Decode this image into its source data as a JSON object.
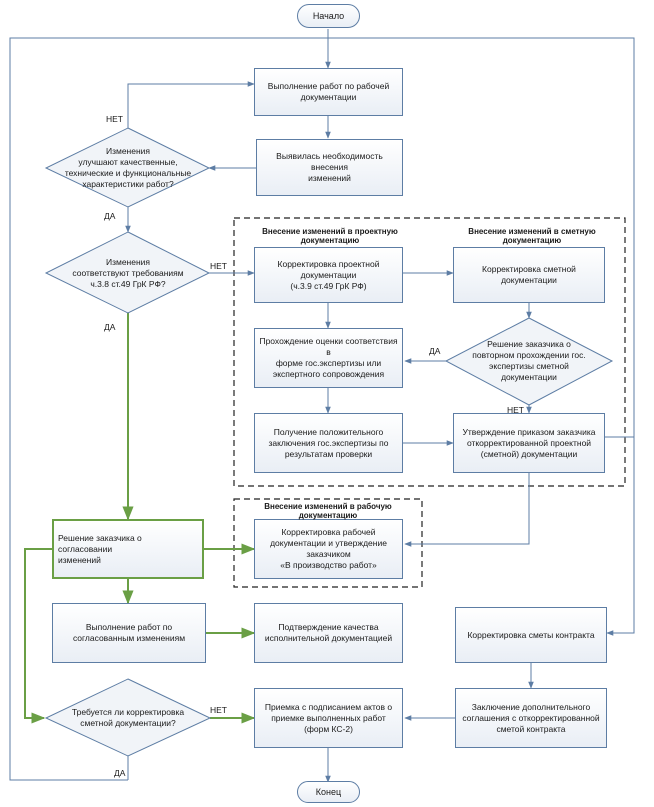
{
  "start": "Начало",
  "end": "Конец",
  "boxes": {
    "work_by_docs": "Выполнение работ по рабочей\nдокументации",
    "need_changes": "Выявилась необходимость внесения\nизменений",
    "correct_project": "Корректировка проектной\nдокументации\n(ч.3.9 ст.49 ГрК РФ)",
    "correct_estimate": "Корректировка сметной\nдокументации",
    "expertise_check": "Прохождение оценки соответствия в\nформе гос.экспертизы или\nэкспертного сопровождения",
    "positive_conclusion": "Получение положительного\nзаключения гос.экспертизы по\nрезультатам проверки",
    "approval_order": "Утверждение приказом заказчика\nоткорректированной проектной\n(сметной) документации",
    "customer_decision": "Решение заказчика о согласовании\nизменений",
    "correct_working_docs": "Корректировка рабочей\nдокументации и утверждение\nзаказчиком\n«В производство работ»",
    "work_agreed": "Выполнение работ по\nсогласованным изменениям",
    "quality_confirm": "Подтверждение качества\nисполнительной документацией",
    "correct_contract_estimate": "Корректировка сметы контракта",
    "acceptance": "Приемка с подписанием актов о\nприемке выполненных работ\n(форм КС-2)",
    "additional_agreement": "Заключение дополнительного\nсоглашения с откорректированной\nсметой контракта"
  },
  "decisions": {
    "improve_characteristics": "Изменения\nулучшают качественные,\nтехнические и функциональные\nхарактеристики работ?",
    "comply_requirements": "Изменения\nсоответствуют требованиям\nч.3.8 ст.49 ГрК РФ?",
    "repeat_expertise": "Решение заказчика о\nповторном прохождении гос.\nэкспертизы сметной\nдокументации",
    "estimate_correction_required": "Требуется ли корректировка\nсметной документации?"
  },
  "groups": {
    "project_docs": "Внесение изменений в проектную\nдокументацию",
    "estimate_docs": "Внесение изменений в сметную\nдокументацию",
    "working_docs": "Внесение изменений в рабочую\nдокументацию"
  },
  "labels": {
    "yes": "ДА",
    "no": "НЕТ"
  },
  "colors": {
    "line": "#5d7da4",
    "green": "#6a9f45"
  }
}
